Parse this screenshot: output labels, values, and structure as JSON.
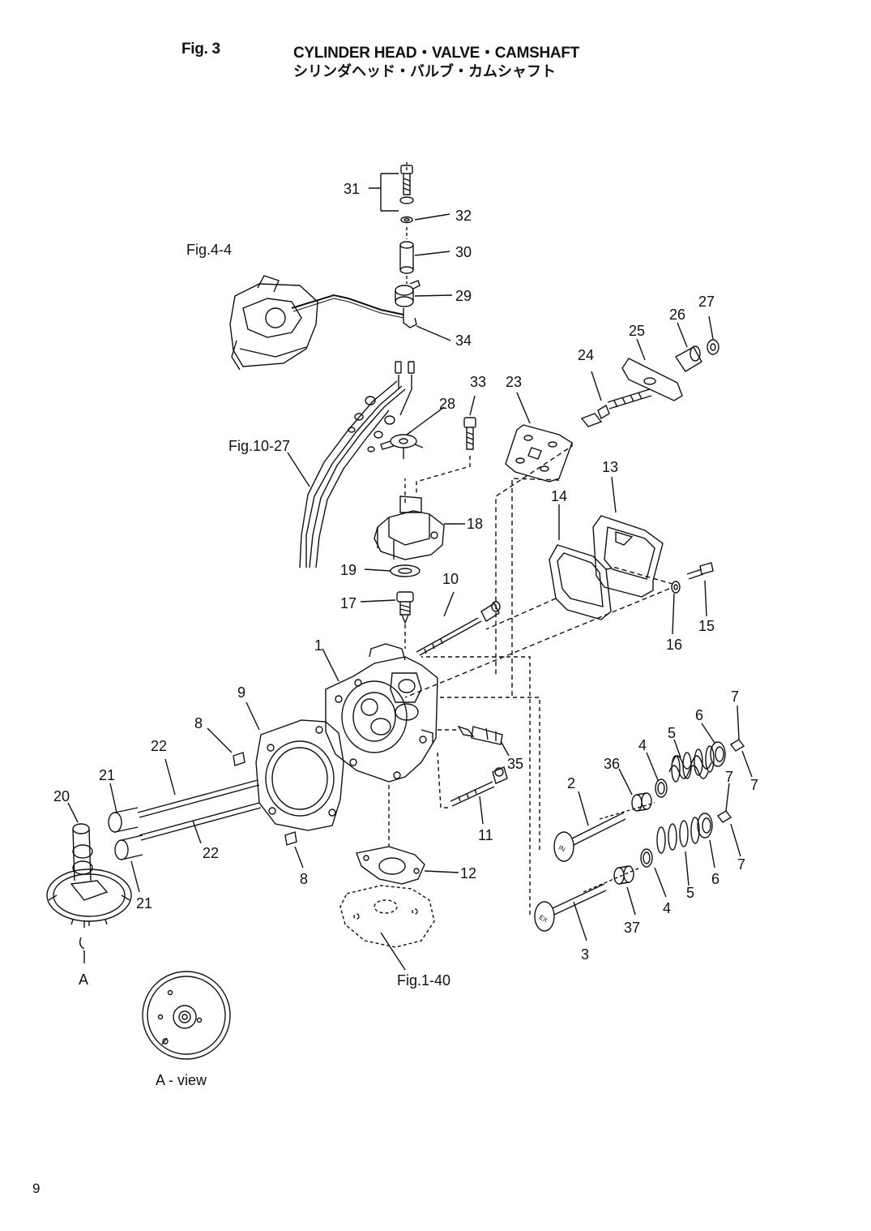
{
  "header": {
    "fig_no": "Fig. 3",
    "title_en": "CYLINDER HEAD・VALVE・CAMSHAFT",
    "title_jp": "シリンダヘッド・バルブ・カムシャフト"
  },
  "callouts": {
    "c1": "1",
    "c2": "2",
    "c3": "3",
    "c4a": "4",
    "c4b": "4",
    "c5a": "5",
    "c5b": "5",
    "c6a": "6",
    "c6b": "6",
    "c7a": "7",
    "c7b": "7",
    "c7c": "7",
    "c7d": "7",
    "c8a": "8",
    "c8b": "8",
    "c9": "9",
    "c10": "10",
    "c11": "11",
    "c12": "12",
    "c13": "13",
    "c14": "14",
    "c15": "15",
    "c16": "16",
    "c17": "17",
    "c18": "18",
    "c19": "19",
    "c20": "20",
    "c21a": "21",
    "c21b": "21",
    "c22a": "22",
    "c22b": "22",
    "c23": "23",
    "c24": "24",
    "c25": "25",
    "c26": "26",
    "c27": "27",
    "c28": "28",
    "c29": "29",
    "c30": "30",
    "c31": "31",
    "c32": "32",
    "c33": "33",
    "c34": "34",
    "c35": "35",
    "c36": "36",
    "c37": "37"
  },
  "references": {
    "fig4_4": "Fig.4-4",
    "fig10_27": "Fig.10-27",
    "fig1_40": "Fig.1-40",
    "view_marker": "A",
    "view_label": "A - view",
    "valve_in": "IN",
    "valve_ex": "EX"
  },
  "footer": {
    "page_number": "9"
  }
}
